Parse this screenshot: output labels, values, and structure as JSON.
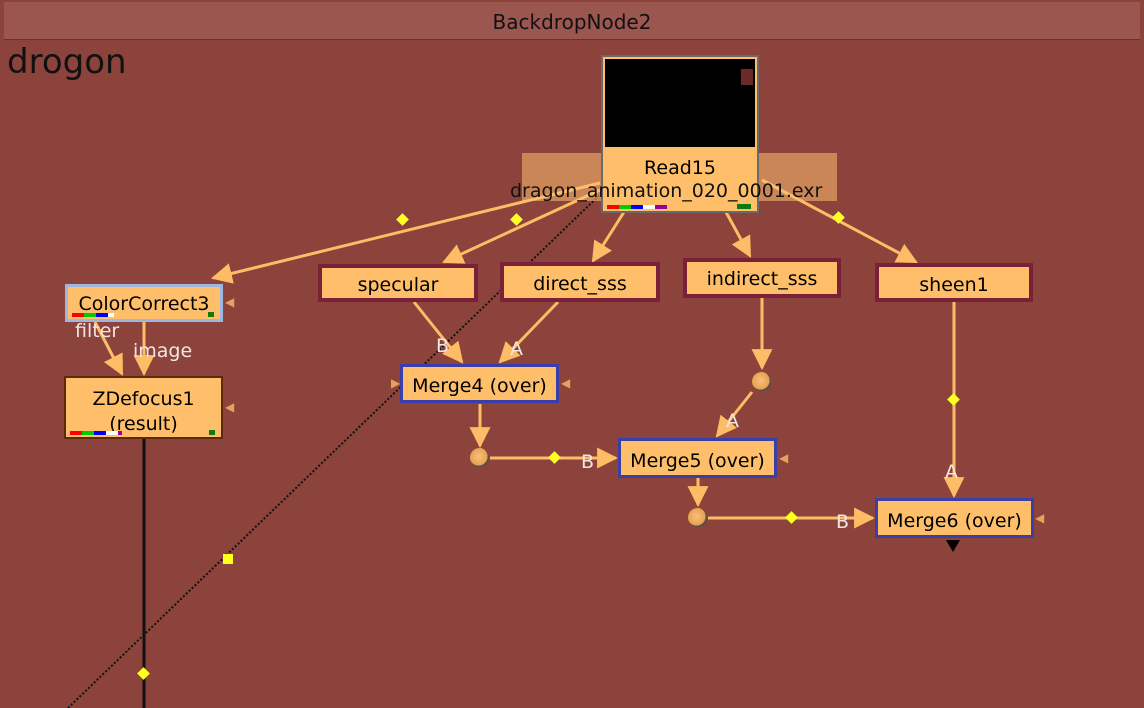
{
  "backdrop": {
    "title": "BackdropNode2",
    "label": "drogon"
  },
  "nodes": {
    "read": {
      "name": "Read15",
      "file": "dragon_animation_020_0001.exr"
    },
    "colorcorrect": {
      "name": "ColorCorrect3",
      "input_filter": "filter",
      "input_image": "image"
    },
    "zdefocus": {
      "name": "ZDefocus1",
      "sub": "(result)"
    },
    "specular": {
      "name": "specular"
    },
    "direct_sss": {
      "name": "direct_sss"
    },
    "indirect_sss": {
      "name": "indirect_sss"
    },
    "sheen": {
      "name": "sheen1"
    },
    "merge4": {
      "name": "Merge4 (over)",
      "input_b": "B",
      "input_a": "A"
    },
    "merge5": {
      "name": "Merge5 (over)",
      "input_b": "B",
      "input_a": "A"
    },
    "merge6": {
      "name": "Merge6 (over)",
      "input_b": "B",
      "input_a": "A"
    }
  },
  "colors": {
    "background": "#8b433c",
    "node_fill": "#ffbf6a",
    "edge": "#ffbc66",
    "merge_border": "#3a3fa8",
    "shuffle_border": "#7a2038",
    "elbow_diamond": "#ffff22"
  },
  "icons": {
    "input_arrow": "triangle-right-icon",
    "output_arrow": "triangle-down-icon",
    "dot": "dot-node-icon"
  }
}
